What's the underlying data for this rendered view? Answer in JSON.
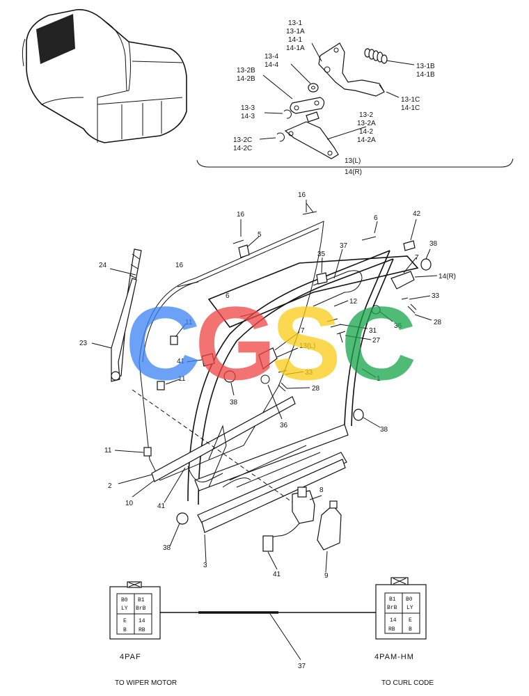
{
  "upper_callouts": {
    "hinge_group": [
      "13-1",
      "13-1A",
      "14-1",
      "14-1A"
    ],
    "washer_group": [
      "13-4",
      "14-4"
    ],
    "link_group": [
      "13-2B",
      "14-2B"
    ],
    "pin_group": [
      "13-3",
      "14-3"
    ],
    "spring_group": [
      "13-1B",
      "14-1B"
    ],
    "bracket_group": [
      "13-1C",
      "14-1C"
    ],
    "arm_group": [
      "13-2",
      "13-2A",
      "14-2",
      "14-2A"
    ],
    "clip_group": [
      "13-2C",
      "14-2C"
    ],
    "assembly_left": "13(L)",
    "assembly_right": "14(R)"
  },
  "main_callouts": {
    "c16a": "16",
    "c16b": "16",
    "c16c": "16",
    "c5": "5",
    "c6a": "6",
    "c6b": "6",
    "c42": "42",
    "c35": "35",
    "c37": "37",
    "c24": "24",
    "c38a": "38",
    "c7a": "7",
    "c14r": "14(R)",
    "c33a": "33",
    "c28a": "28",
    "c12": "12",
    "c36a": "36",
    "c31": "31",
    "c27": "27",
    "c11a": "11",
    "c23": "23",
    "c7b": "7",
    "c13l": "13(L)",
    "c41a": "41",
    "c33b": "33",
    "c11b": "11",
    "c28b": "28",
    "c1": "1",
    "c38b": "38",
    "c36b": "36",
    "c38c": "38",
    "c11c": "11",
    "c2": "2",
    "c10": "10",
    "c41b": "41",
    "c8": "8",
    "c38d": "38",
    "c3": "3",
    "c41c": "41",
    "c9": "9"
  },
  "connector_left": {
    "pins": [
      "B0",
      "B1",
      "LY",
      "BrB",
      "E",
      "14",
      "B",
      "RB"
    ],
    "name": "4PAF",
    "destination": "TO WIPER MOTOR"
  },
  "connector_right": {
    "pins": [
      "B1",
      "B0",
      "BrB",
      "LY",
      "14",
      "E",
      "RB",
      "B"
    ],
    "name": "4PAM-HM",
    "destination": "TO CURL CODE"
  },
  "harness_label": "37",
  "watermark": {
    "letters": [
      "C",
      "G",
      "S",
      "C"
    ],
    "colors": [
      "#3b82f6",
      "#ef4444",
      "#facc15",
      "#16a34a"
    ]
  }
}
